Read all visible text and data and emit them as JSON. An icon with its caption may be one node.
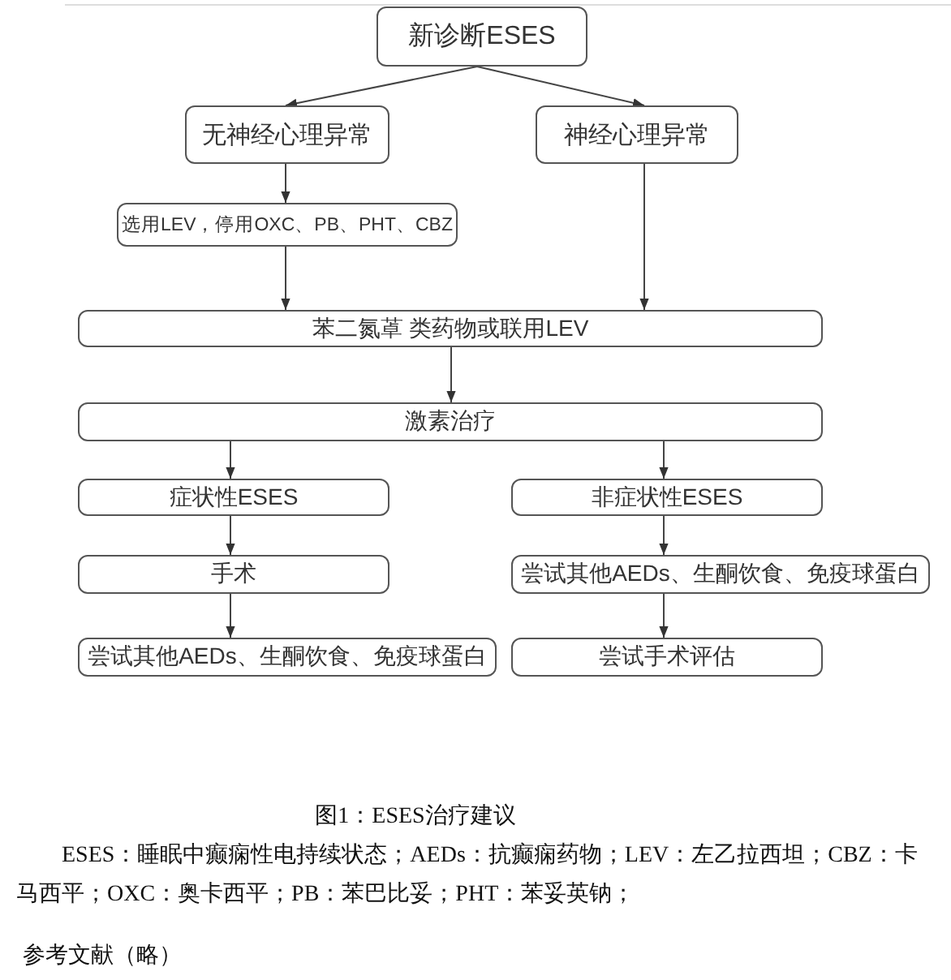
{
  "diagram": {
    "caption": "图1：ESES治疗建议",
    "nodes": [
      {
        "text": [
          "新诊断ESES"
        ]
      },
      {
        "text": [
          "无神经心理异常"
        ]
      },
      {
        "text": [
          "神经心理异常"
        ]
      },
      {
        "text": [
          "选用LEV，停用OXC、PB、PHT、CBZ"
        ]
      },
      {
        "text": [
          "苯二氮䓬 类药物或联用LEV"
        ]
      },
      {
        "text": [
          "激素治疗"
        ]
      },
      {
        "text": [
          "症状性ESES"
        ]
      },
      {
        "text": [
          "非症状性ESES"
        ]
      },
      {
        "text": [
          "手术"
        ]
      },
      {
        "text": [
          "尝试其他AEDs、生酮饮食、免疫球蛋白"
        ]
      },
      {
        "text": [
          "尝试其他AEDs、生酮饮食、免疫球蛋白"
        ]
      },
      {
        "text": [
          "尝试手术评估"
        ]
      }
    ],
    "edges": [
      {
        "from": 0,
        "to": 1,
        "arrow": "to"
      },
      {
        "from": 0,
        "to": 2,
        "arrow": "to"
      },
      {
        "from": 1,
        "to": 3,
        "arrow": "to"
      },
      {
        "from": 3,
        "to": 4,
        "arrow": "to"
      },
      {
        "from": 2,
        "to": 4,
        "arrow": "to"
      },
      {
        "from": 4,
        "to": 5,
        "arrow": "to"
      },
      {
        "from": 5,
        "to": 6,
        "arrow": "to"
      },
      {
        "from": 5,
        "to": 7,
        "arrow": "to"
      },
      {
        "from": 6,
        "to": 8,
        "arrow": "to"
      },
      {
        "from": 7,
        "to": 9,
        "arrow": "to"
      },
      {
        "from": 8,
        "to": 10,
        "arrow": "to"
      },
      {
        "from": 9,
        "to": 11,
        "arrow": "to"
      }
    ],
    "labels": [
      "ESES：睡眠中癫痫性电持续状态；AEDs：抗癫痫药物；LEV：左乙拉西坦；CBZ：卡马西平；OXC：奥卡西平；PB：苯巴比妥；PHT：苯妥英钠；",
      "参考文献（略）"
    ]
  }
}
